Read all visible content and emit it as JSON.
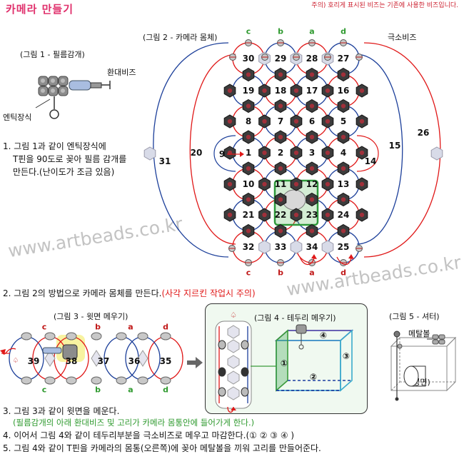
{
  "title": "카메라 만들기",
  "note": "주의) 호리게 표시된 비즈는 기존에 사용한 비즈입니다.",
  "fig1": {
    "caption": "(그림 1 - 필름감개)",
    "label_bead": "환대비즈",
    "label_part": "엔틱장식"
  },
  "fig2": {
    "caption": "(그림 2 - 카메라 몸체)",
    "label_bead": "극소비즈",
    "columns": [
      "c",
      "b",
      "a",
      "d"
    ],
    "bottom_columns": [
      "c",
      "b",
      "a",
      "d"
    ],
    "rows": [
      [
        "30",
        "29",
        "28",
        "27"
      ],
      [
        "19",
        "18",
        "17",
        "16"
      ],
      [
        "8",
        "7",
        "6",
        "5"
      ],
      [
        "1",
        "2",
        "3",
        "4"
      ],
      [
        "10",
        "11",
        "12",
        "13"
      ],
      [
        "21",
        "22",
        "23",
        "24"
      ],
      [
        "32",
        "33",
        "34",
        "25"
      ]
    ],
    "side_left": [
      "31",
      "20",
      "9"
    ],
    "side_right": [
      "14",
      "15",
      "26"
    ]
  },
  "fig3": {
    "caption": "(그림 3 - 윗면 메우기)",
    "top_labels": [
      "c",
      "b",
      "a",
      "d"
    ],
    "bottom_labels": [
      "c",
      "b",
      "a",
      "d"
    ],
    "numbers": [
      "39",
      "38",
      "37",
      "36",
      "35"
    ]
  },
  "fig4": {
    "caption": "(그림 4 - 테두리 메우기)",
    "marks": [
      "④",
      "①",
      "③",
      "②"
    ]
  },
  "fig5": {
    "caption": "(그림 5 - 셔터)",
    "label_bead": "메탈볼",
    "label_front": "(정면)"
  },
  "steps": {
    "s1_line1": "1. 그림 1과 같이 엔틱장식에",
    "s1_line2": "T핀을 90도로 꽂아 필름 감개를",
    "s1_line3": "만든다.(난이도가 조금 있음)",
    "s2_main": "2. 그림 2의 방법으로 카메라 몸체를 만든다.",
    "s2_warn": "(사각 지르킨 작업시 주의)",
    "s3_main": "3. 그림 3과 같이 윗면을 메운다.",
    "s3_sub": "(필름감개의 아래 환대비즈 및 고리가 카메라 몸통안에 들어가게 한다.)",
    "s4": "4. 이어서 그림 4와 같이 테두리부분을 극소비즈로 메우고 마감한다.(① ② ③ ④ )",
    "s5": "5. 그림 4와 같이 T핀을 카메라의 몸통(오른쪽)에 꽂아 메탈볼을 끼워 고리를 만들어준다."
  },
  "watermark": "www.artbeads.co.kr",
  "colors": {
    "title": "#e0306c",
    "red_thread": "#e01818",
    "blue_thread": "#1c3f9a",
    "green_label": "#2f9a2f",
    "highlight_square": "#2e9a3a"
  }
}
